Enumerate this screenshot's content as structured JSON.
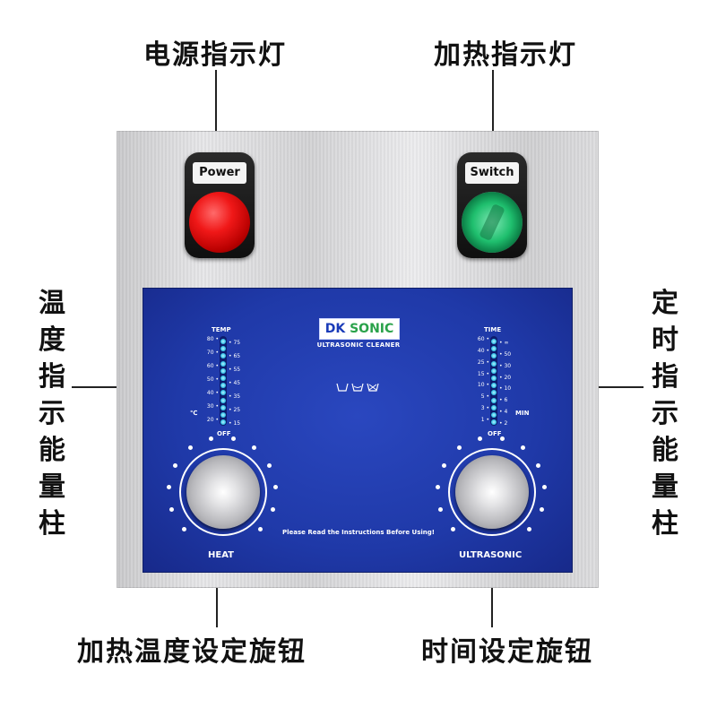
{
  "callouts": {
    "power_light": "电源指示灯",
    "heat_light": "加热指示灯",
    "temp_bar": "温度指示能量柱",
    "timer_bar": "定时指示能量柱",
    "heat_knob": "加热温度设定旋钮",
    "time_knob": "时间设定旋钮"
  },
  "lamps": {
    "power_label": "Power",
    "switch_label": "Switch",
    "power_color": "#e81010",
    "switch_color": "#1fbf6e"
  },
  "panel": {
    "brand_dk": "DK",
    "brand_sonic": "SONIC",
    "brand_subtitle": "ULTRASONIC CLEANER",
    "wash_icons": "◡ ◡ ◡",
    "notice": "Please Read the Instructions Before Using!",
    "colors": {
      "front": "#1f39a8",
      "led": "#37c3e8"
    }
  },
  "temp_gauge": {
    "title": "TEMP",
    "off_label": "OFF",
    "unit": "℃",
    "left_ticks": [
      "80",
      "70",
      "60",
      "50",
      "40",
      "30",
      "20"
    ],
    "right_ticks": [
      "75",
      "65",
      "55",
      "45",
      "35",
      "25",
      "15"
    ]
  },
  "time_gauge": {
    "title": "TIME",
    "off_label": "OFF",
    "unit": "MIN",
    "left_ticks": [
      "60",
      "40",
      "25",
      "15",
      "10",
      "5",
      "3",
      "1"
    ],
    "right_ticks": [
      "∞",
      "50",
      "30",
      "20",
      "10",
      "6",
      "4",
      "2"
    ]
  },
  "knobs": {
    "heat_label": "HEAT",
    "ultrasonic_label": "ULTRASONIC"
  }
}
